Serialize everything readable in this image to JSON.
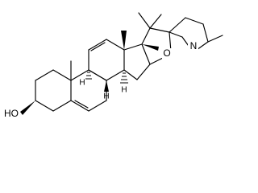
{
  "figure": {
    "kind": "chemical-structure-skeletal-formula",
    "atom_labels": {
      "hydroxyl": "HO",
      "ring_oxygen": "O",
      "ring_nitrogen": "N",
      "h_c8": "H",
      "h_c9": "H",
      "h_c14": "H"
    },
    "colors": {
      "line": "#000000",
      "background": "#ffffff"
    }
  }
}
